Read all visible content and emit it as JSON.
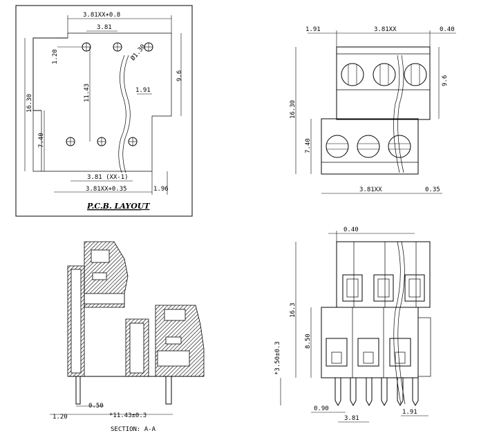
{
  "pcb": {
    "title": "P.C.B. LAYOUT",
    "top_overall": "3.81XX+0.8",
    "pitch_top": "3.81",
    "hole_offset": "1.20",
    "hole_dia": "Ø1.30",
    "row_spacing": "11.43",
    "notch": "1.91",
    "height_total": "16.30",
    "height_right": "9.6",
    "lower_height": "7.40",
    "pitch_bottom": "3.81 (XX-1)",
    "bottom_overall": "3.81XX+0.35",
    "bottom_right": "1.96"
  },
  "top_view": {
    "left": "1.91",
    "width": "3.81XX",
    "right": "0.40",
    "height_total": "16.30",
    "right_height": "9.6",
    "lower_height": "7.40",
    "bottom_width": "3.81XX",
    "bottom_right": "0.35"
  },
  "section": {
    "pin_left": "1.20",
    "pin_gap": "0.50",
    "span": "*11.43±0.3",
    "caption": "SECTION: A-A"
  },
  "front_view": {
    "top": "0.40",
    "height_total": "16.3",
    "lower_height": "8.50",
    "pin_length": "*3.50±0.3",
    "pin_offset": "0.90",
    "pitch": "3.81",
    "pin_right": "1.91"
  }
}
